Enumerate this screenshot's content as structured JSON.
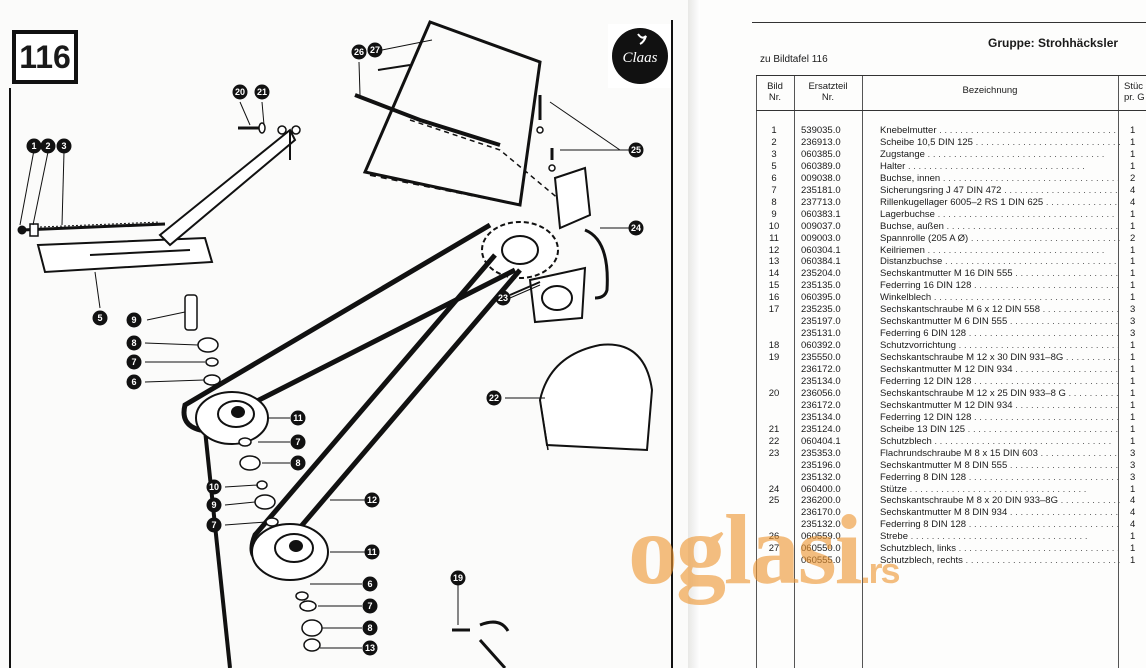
{
  "left_page": {
    "page_number": "116",
    "logo_text": "Claas",
    "callouts": [
      "1",
      "2",
      "3",
      "5",
      "9",
      "8",
      "7",
      "6",
      "20",
      "21",
      "26",
      "27",
      "25",
      "24",
      "23",
      "22",
      "11",
      "7",
      "8",
      "10",
      "9",
      "7",
      "12",
      "11",
      "6",
      "7",
      "8",
      "13",
      "19"
    ]
  },
  "right_page": {
    "group_title": "Gruppe: Strohhäcksler",
    "plate_ref": "zu Bildtafel 116",
    "columns": {
      "bild": "Bild\nNr.",
      "part": "Ersatzteil\nNr.",
      "desc": "Bezeichnung",
      "qty": "Stüc\npr. G"
    },
    "rows": [
      {
        "nr": "1",
        "part": "539035.0",
        "desc": "Knebelmutter",
        "qty": "1"
      },
      {
        "nr": "2",
        "part": "236913.0",
        "desc": "Scheibe 10,5 DIN 125",
        "qty": "1"
      },
      {
        "nr": "3",
        "part": "060385.0",
        "desc": "Zugstange",
        "qty": "1"
      },
      {
        "nr": "5",
        "part": "060389.0",
        "desc": "Halter",
        "qty": "1"
      },
      {
        "nr": "6",
        "part": "009038.0",
        "desc": "Buchse, innen",
        "qty": "2"
      },
      {
        "nr": "7",
        "part": "235181.0",
        "desc": "Sicherungsring J 47 DIN 472",
        "qty": "4"
      },
      {
        "nr": "8",
        "part": "237713.0",
        "desc": "Rillenkugellager 6005–2 RS 1 DIN 625",
        "qty": "4"
      },
      {
        "nr": "9",
        "part": "060383.1",
        "desc": "Lagerbuchse",
        "qty": "1"
      },
      {
        "nr": "10",
        "part": "009037.0",
        "desc": "Buchse, außen",
        "qty": "1"
      },
      {
        "nr": "11",
        "part": "009003.0",
        "desc": "Spannrolle (205 A Ø)",
        "qty": "2"
      },
      {
        "nr": "12",
        "part": "060304.1",
        "desc": "Keilriemen",
        "qty": "1"
      },
      {
        "nr": "13",
        "part": "060384.1",
        "desc": "Distanzbuchse",
        "qty": "1"
      },
      {
        "nr": "14",
        "part": "235204.0",
        "desc": "Sechskantmutter M 16 DIN 555",
        "qty": "1"
      },
      {
        "nr": "15",
        "part": "235135.0",
        "desc": "Federring 16 DIN 128",
        "qty": "1"
      },
      {
        "nr": "16",
        "part": "060395.0",
        "desc": "Winkelblech",
        "qty": "1"
      },
      {
        "nr": "17",
        "part": "235235.0",
        "desc": "Sechskantschraube M 6 x 12 DIN 558",
        "qty": "3"
      },
      {
        "nr": "",
        "part": "235197.0",
        "desc": "Sechskantmutter M 6 DIN 555",
        "qty": "3"
      },
      {
        "nr": "",
        "part": "235131.0",
        "desc": "Federring 6 DIN 128",
        "qty": "3"
      },
      {
        "nr": "18",
        "part": "060392.0",
        "desc": "Schutzvorrichtung",
        "qty": "1"
      },
      {
        "nr": "19",
        "part": "235550.0",
        "desc": "Sechskantschraube M 12 x 30 DIN 931–8G",
        "qty": "1"
      },
      {
        "nr": "",
        "part": "236172.0",
        "desc": "Sechskantmutter M 12 DIN 934",
        "qty": "1"
      },
      {
        "nr": "",
        "part": "235134.0",
        "desc": "Federring 12 DIN 128",
        "qty": "1"
      },
      {
        "nr": "20",
        "part": "236056.0",
        "desc": "Sechskantschraube M 12 x 25 DIN 933–8 G",
        "qty": "1"
      },
      {
        "nr": "",
        "part": "236172.0",
        "desc": "Sechskantmutter M 12 DIN 934",
        "qty": "1"
      },
      {
        "nr": "",
        "part": "235134.0",
        "desc": "Federring 12 DIN 128",
        "qty": "1"
      },
      {
        "nr": "21",
        "part": "235124.0",
        "desc": "Scheibe 13 DIN 125",
        "qty": "1"
      },
      {
        "nr": "22",
        "part": "060404.1",
        "desc": "Schutzblech",
        "qty": "1"
      },
      {
        "nr": "23",
        "part": "235353.0",
        "desc": "Flachrundschraube M 8 x 15 DIN 603",
        "qty": "3"
      },
      {
        "nr": "",
        "part": "235196.0",
        "desc": "Sechskantmutter M 8 DIN 555",
        "qty": "3"
      },
      {
        "nr": "",
        "part": "235132.0",
        "desc": "Federring 8 DIN 128",
        "qty": "3"
      },
      {
        "nr": "24",
        "part": "060400.0",
        "desc": "Stütze",
        "qty": "1"
      },
      {
        "nr": "25",
        "part": "236200.0",
        "desc": "Sechskantschraube M 8 x 20 DIN 933–8G",
        "qty": "4"
      },
      {
        "nr": "",
        "part": "236170.0",
        "desc": "Sechskantmutter M 8 DIN 934",
        "qty": "4"
      },
      {
        "nr": "",
        "part": "235132.0",
        "desc": "Federring 8 DIN 128",
        "qty": "4"
      },
      {
        "nr": "26",
        "part": "060559.0",
        "desc": "Strebe",
        "qty": "1"
      },
      {
        "nr": "27",
        "part": "060550.0",
        "desc": "Schutzblech, links",
        "qty": "1"
      },
      {
        "nr": "",
        "part": "060555.0",
        "desc": "Schutzblech, rechts",
        "qty": "1"
      }
    ]
  },
  "watermark": {
    "text": "oglasi",
    "suffix": ".rs",
    "color": "#ee9632"
  }
}
